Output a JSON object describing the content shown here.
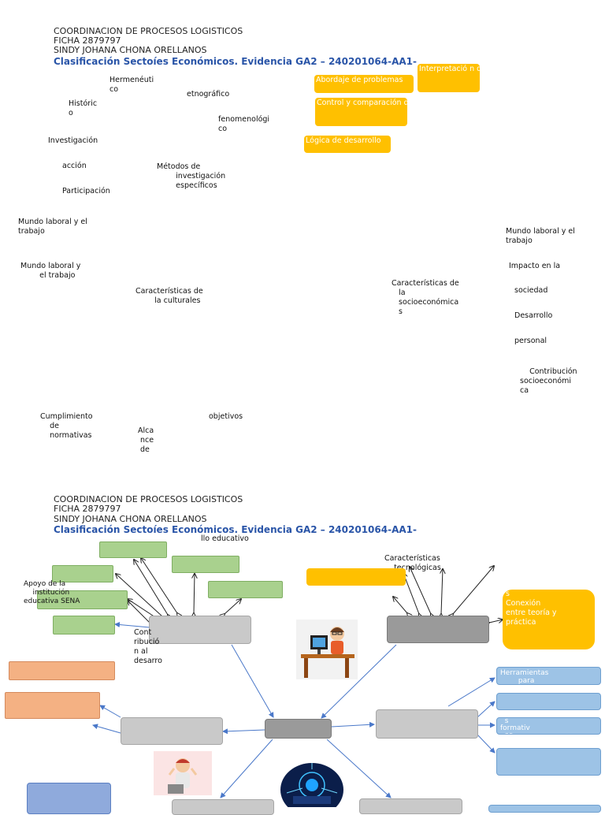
{
  "header": {
    "line1": "COORDINACION DE PROCESOS LOGISTICOS",
    "line2": "FICHA 2879797",
    "line3": "SINDY JOHANA CHONA ORELLANOS",
    "title": "Clasificación Sectoíes Económicos. Evidencia GA2 – 240201064-AA1-"
  },
  "page1": {
    "labels": {
      "hermeneutico": "Hermenéuti\nco",
      "etnografico": "etnográfico",
      "historico": "Históric\no",
      "fenomenologico": "fenomenológi\nco",
      "investigacion": "Investigación",
      "accion": "acción",
      "metodos": "Métodos de\n        investigación\n        específicos",
      "participacion": "Participación",
      "mundo_left1": "Mundo laboral y el\ntrabajo",
      "mundo_left2": "Mundo laboral y\n        el trabajo",
      "culturales": "Características de\n        la culturales",
      "socioeconomicas": "Características de\n   la\n   socioeconómica\n   s",
      "mundo_right": "Mundo laboral y el\ntrabajo",
      "impacto": "Impacto en la",
      "sociedad": "sociedad",
      "desarrollo": "Desarrollo",
      "personal": "personal",
      "contribucion": "    Contribución\nsocioeconómi\nca",
      "cumplimiento": "Cumplimiento\n    de\n    normativas",
      "objetivos": "objetivos",
      "alcance": "Alca\n nce\n de"
    },
    "yellow": {
      "abordaje": "Abordaje de problemas",
      "interpretacion": "Interpretació n de",
      "control": "Control y comparación de",
      "logica": "Lógica de desarrollo"
    }
  },
  "page2": {
    "labels": {
      "llo_educativo": "llo educativo",
      "apoyo": "Apoyo de la\n    institución\neducativa SENA",
      "caracteristicas_tec": "Características\n    tecnológicas",
      "contribucion": "Cont\nribució\nn al\ndesarro"
    },
    "yellow": {
      "conexion": "Conexión\nentre teoría y\npráctica",
      "s": "s"
    },
    "blue": {
      "herramientas": "Herramientas\n        para\n        proyectos",
      "formativas": "  s\nformativ\n  as"
    }
  }
}
